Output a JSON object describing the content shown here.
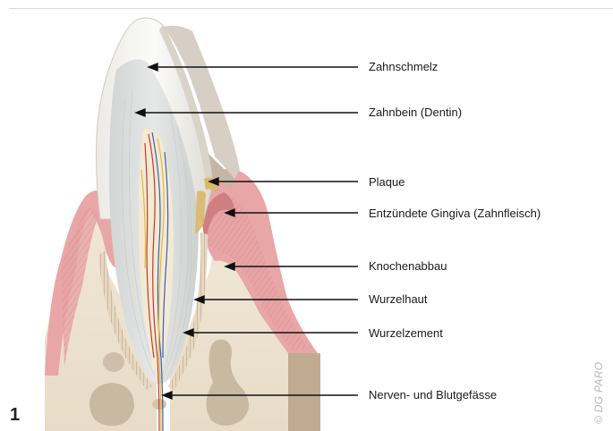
{
  "figure_number": "1",
  "copyright": "© DG PARO",
  "labels": [
    {
      "id": "enamel",
      "text": "Zahnschmelz"
    },
    {
      "id": "dentin",
      "text": "Zahnbein (Dentin)"
    },
    {
      "id": "plaque",
      "text": "Plaque"
    },
    {
      "id": "gingiva",
      "text": "Entzündete Gingiva (Zahnfleisch)"
    },
    {
      "id": "bone-loss",
      "text": "Knochenabbau"
    },
    {
      "id": "periodontal-ligament",
      "text": "Wurzelhaut"
    },
    {
      "id": "cementum",
      "text": "Wurzelzement"
    },
    {
      "id": "nerves-vessels",
      "text": "Nerven- und Blutgefässe"
    }
  ],
  "colors": {
    "bone": "#ede2d0",
    "bone_shadow": "#cdbfa9",
    "gingiva": "#e9a6a6",
    "gingiva_dark": "#cf7f82",
    "enamel": "#f4f4f1",
    "enamel_shadow": "#d8d4cc",
    "dentin": "#dcdedd",
    "pulp": "#f2ead5",
    "plaque": "#d9b86a",
    "nerve_red": "#c23a2e",
    "nerve_blue": "#3a5fb0",
    "nerve_yellow": "#e3b83a"
  }
}
